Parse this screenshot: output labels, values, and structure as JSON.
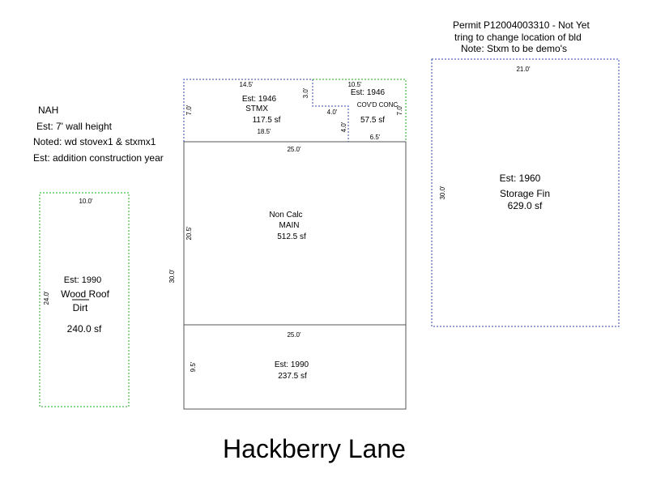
{
  "notes": {
    "nah": "NAH",
    "wall_height": "Est: 7' wall height",
    "noted": "Noted: wd stovex1 & stxmx1",
    "addition_year": "Est: addition construction year"
  },
  "permit": {
    "line1": "Permit P12004003310 - Not Yet",
    "line2": "tring to change location of bld",
    "line3": "Note: Stxm to be demo's"
  },
  "street": "Hackberry Lane",
  "buildings": {
    "wood_roof": {
      "est": "Est: 1990",
      "name": "Wood Roof",
      "sub": "Dirt",
      "area": "240.0 sf",
      "top_dim": "10.0'",
      "side_dim": "24.0'"
    },
    "stmx": {
      "est": "Est: 1946",
      "name": "STMX",
      "area": "117.5 sf",
      "top_dim": "14.5'",
      "bottom_dim": "18.5'",
      "left_dim": "7.0'",
      "step_v_dim": "3.0'",
      "step_h_dim": "4.0'"
    },
    "covd": {
      "est": "Est: 1946",
      "name": "COV'D CONC",
      "area": "57.5 sf",
      "top_dim": "10.5'",
      "bottom_dim": "6.5'",
      "right_dim": "7.0'",
      "inner_dim": "4.0'"
    },
    "main": {
      "line1": "Non Calc",
      "name": "MAIN",
      "area": "512.5 sf",
      "top_dim": "25.0'",
      "side_dim": "20.5'",
      "overall_dim": "30.0'"
    },
    "addition": {
      "est": "Est: 1990",
      "area": "237.5 sf",
      "top_dim": "25.0'",
      "side_dim": "9.5'"
    },
    "storage": {
      "est": "Est: 1960",
      "name": "Storage Fin",
      "area": "629.0 sf",
      "top_dim": "21.0'",
      "side_dim": "30.0'"
    }
  },
  "colors": {
    "green_dotted": "#22aa22",
    "blue_dotted": "#3344aa",
    "solid": "#555555"
  }
}
